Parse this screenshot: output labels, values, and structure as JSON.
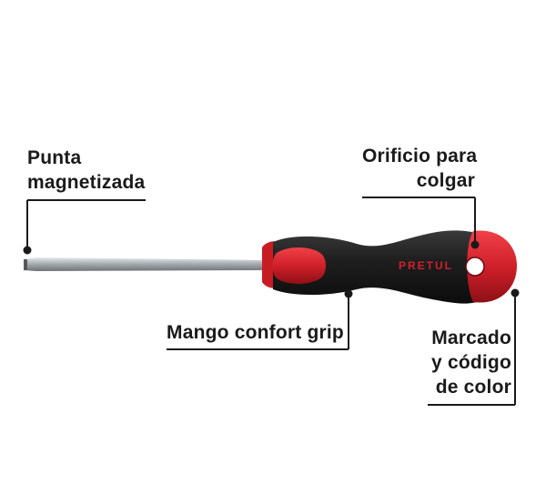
{
  "callouts": {
    "tip": {
      "line1": "Punta",
      "line2": "magnetizada"
    },
    "hole": {
      "line1": "Orificio para",
      "line2": "colgar"
    },
    "handle": {
      "text": "Mango confort grip"
    },
    "marking": {
      "line1": "Marcado",
      "line2": "y código",
      "line3": "de color"
    }
  },
  "product": {
    "brand_logo_text": "PRETUL",
    "handle_accent_color": "#d0202a",
    "handle_body_color": "#1c1c1c",
    "shaft_color": "#b8bcc0"
  }
}
